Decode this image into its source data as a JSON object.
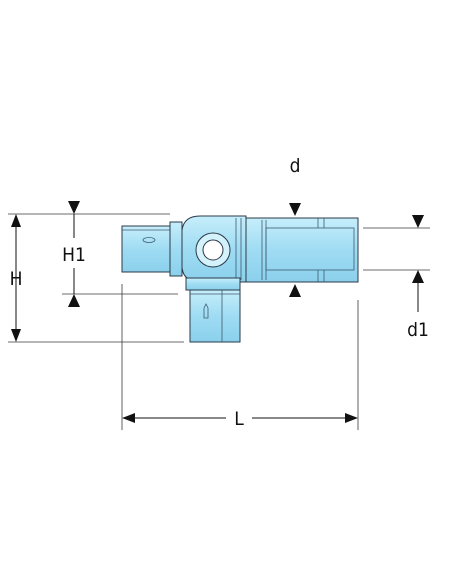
{
  "drawing": {
    "colors": {
      "part_fill": "#a8e2f6",
      "part_highlight": "#d4f2fc",
      "part_outline": "#2b3a48",
      "lines": "#111111",
      "background": "#ffffff"
    },
    "labels": {
      "d": "d",
      "H1": "H1",
      "H": "H",
      "d1": "d1",
      "L": "L"
    }
  }
}
